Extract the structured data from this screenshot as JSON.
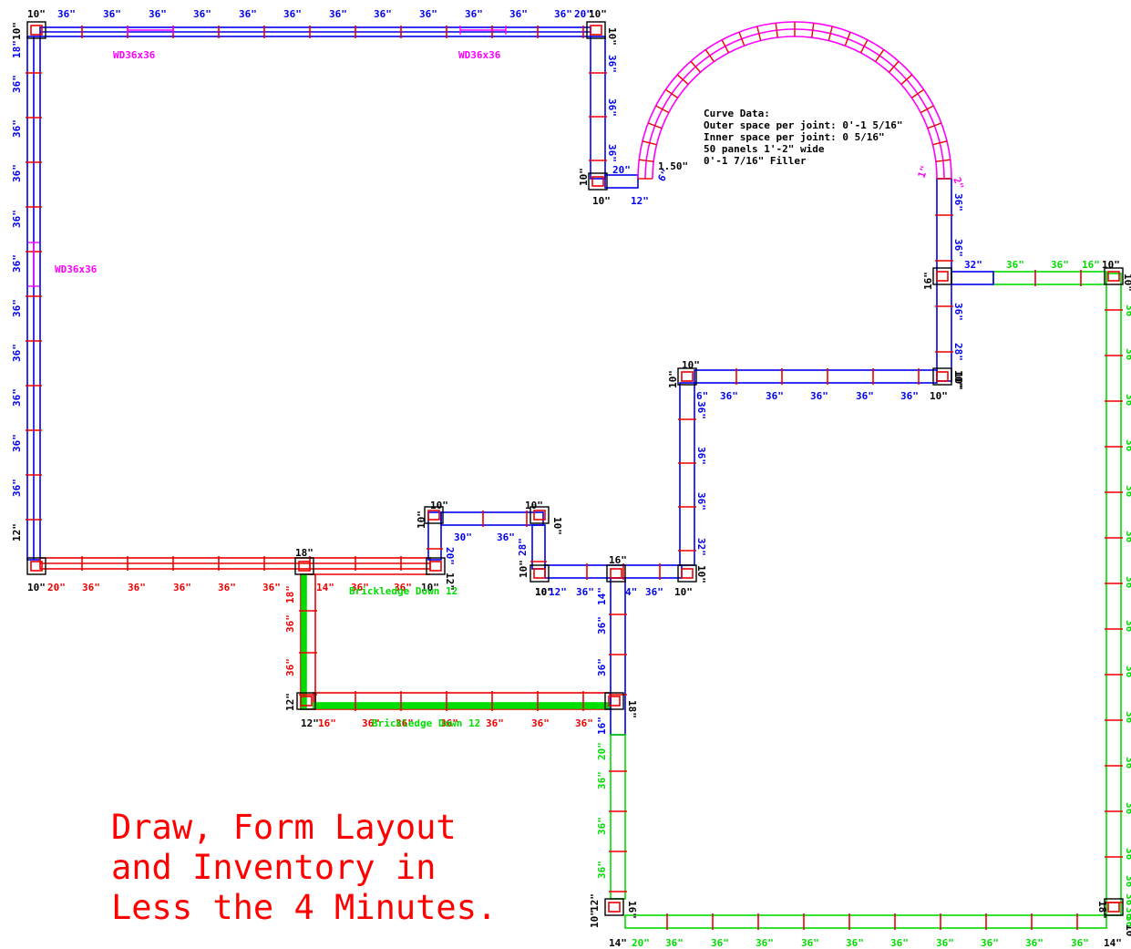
{
  "colors": {
    "wall_blue": "#0000ee",
    "wall_red": "#ee0000",
    "wall_green": "#00dd00",
    "arc_magenta": "#ff00ff",
    "corner_black": "#000000",
    "background": "#ffffff"
  },
  "window_labels": [
    "WD36x36",
    "WD36x36",
    "WD36x36"
  ],
  "bricklegde_labels": [
    "Brickledge Down 12",
    "Brickledge Down 12"
  ],
  "curve_data": {
    "title": "Curve Data:",
    "lines": [
      "Outer space per joint: 0'-1 5/16\"",
      "Inner space per joint: 0 5/16\"",
      "50 panels 1'-2\" wide",
      "0'-1 7/16\" Filler"
    ]
  },
  "misc_labels": {
    "offset_150": "1.50\""
  },
  "slogan": [
    "Draw, Form Layout",
    "and Inventory in",
    "Less the 4 Minutes."
  ],
  "dim_labels": [
    {
      "t": "10\"",
      "c": "blk",
      "r": 0
    },
    {
      "t": "36\"",
      "c": "blu",
      "r": 0
    },
    {
      "t": "36\"",
      "c": "blu",
      "r": 0
    },
    {
      "t": "36\"",
      "c": "blu",
      "r": 0
    },
    {
      "t": "36\"",
      "c": "blu",
      "r": 0
    },
    {
      "t": "36\"",
      "c": "blu",
      "r": 0
    },
    {
      "t": "36\"",
      "c": "blu",
      "r": 0
    },
    {
      "t": "36\"",
      "c": "blu",
      "r": 0
    },
    {
      "t": "36\"",
      "c": "blu",
      "r": 0
    },
    {
      "t": "36\"",
      "c": "blu",
      "r": 0
    },
    {
      "t": "36\"",
      "c": "blu",
      "r": 0
    },
    {
      "t": "36\"",
      "c": "blu",
      "r": 0
    },
    {
      "t": "36\"",
      "c": "blu",
      "r": 0
    },
    {
      "t": "20\"",
      "c": "blu",
      "r": 0
    },
    {
      "t": "10\"",
      "c": "blk",
      "r": 0
    },
    {
      "t": "10\"",
      "c": "blk",
      "r": -90
    },
    {
      "t": "18\"",
      "c": "blu",
      "r": -90
    },
    {
      "t": "36\"",
      "c": "blu",
      "r": -90
    },
    {
      "t": "36\"",
      "c": "blu",
      "r": -90
    },
    {
      "t": "36\"",
      "c": "blu",
      "r": -90
    },
    {
      "t": "36\"",
      "c": "blu",
      "r": -90
    },
    {
      "t": "36\"",
      "c": "blu",
      "r": -90
    },
    {
      "t": "36\"",
      "c": "blu",
      "r": -90
    },
    {
      "t": "36\"",
      "c": "blu",
      "r": -90
    },
    {
      "t": "36\"",
      "c": "blu",
      "r": -90
    },
    {
      "t": "36\"",
      "c": "blu",
      "r": -90
    },
    {
      "t": "36\"",
      "c": "blu",
      "r": -90
    },
    {
      "t": "12\"",
      "c": "blk",
      "r": -90
    },
    {
      "t": "10\"",
      "c": "blk",
      "r": 0
    },
    {
      "t": "20\"",
      "c": "red",
      "r": 0
    },
    {
      "t": "36\"",
      "c": "red",
      "r": 0
    },
    {
      "t": "36\"",
      "c": "red",
      "r": 0
    },
    {
      "t": "36\"",
      "c": "red",
      "r": 0
    },
    {
      "t": "36\"",
      "c": "red",
      "r": 0
    },
    {
      "t": "36\"",
      "c": "red",
      "r": 0
    },
    {
      "t": "18\"",
      "c": "blk",
      "r": 0
    },
    {
      "t": "14\"",
      "c": "red",
      "r": 0
    },
    {
      "t": "36\"",
      "c": "red",
      "r": 0
    },
    {
      "t": "36\"",
      "c": "red",
      "r": 0
    },
    {
      "t": "10\"",
      "c": "blk",
      "r": 0
    },
    {
      "t": "18\"",
      "c": "red",
      "r": -90
    },
    {
      "t": "36\"",
      "c": "red",
      "r": -90
    },
    {
      "t": "36\"",
      "c": "red",
      "r": -90
    },
    {
      "t": "12\"",
      "c": "blk",
      "r": -90
    },
    {
      "t": "12\"",
      "c": "blk",
      "r": 0
    },
    {
      "t": "16\"",
      "c": "red",
      "r": 0
    },
    {
      "t": "36\"",
      "c": "red",
      "r": 0
    },
    {
      "t": "36\"",
      "c": "red",
      "r": 0
    },
    {
      "t": "36\"",
      "c": "red",
      "r": 0
    },
    {
      "t": "36\"",
      "c": "red",
      "r": 0
    },
    {
      "t": "36\"",
      "c": "red",
      "r": 0
    },
    {
      "t": "36\"",
      "c": "red",
      "r": 0
    },
    {
      "t": "18\"",
      "c": "blk",
      "r": 90
    },
    {
      "t": "10\"",
      "c": "blk",
      "r": 0
    },
    {
      "t": "10\"",
      "c": "blk",
      "r": 0
    },
    {
      "t": "10\"",
      "c": "blk",
      "r": -90
    },
    {
      "t": "10\"",
      "c": "blk",
      "r": 90
    },
    {
      "t": "30\"",
      "c": "blu",
      "r": 0
    },
    {
      "t": "36\"",
      "c": "blu",
      "r": 0
    },
    {
      "t": "20\"",
      "c": "blu",
      "r": 90
    },
    {
      "t": "12\"",
      "c": "blk",
      "r": 90
    },
    {
      "t": "28\"",
      "c": "blu",
      "r": -90
    },
    {
      "t": "10\"",
      "c": "blk",
      "r": -90
    },
    {
      "t": "10\"",
      "c": "blk",
      "r": 0
    },
    {
      "t": "10\"",
      "c": "blk",
      "r": 0
    },
    {
      "t": "12\"",
      "c": "blu",
      "r": 0
    },
    {
      "t": "36\"",
      "c": "blu",
      "r": 0
    },
    {
      "t": "16\"",
      "c": "blk",
      "r": 0
    },
    {
      "t": "14\"",
      "c": "blu",
      "r": -90
    },
    {
      "t": "4\"",
      "c": "blu",
      "r": 0
    },
    {
      "t": "36\"",
      "c": "blu",
      "r": 0
    },
    {
      "t": "10\"",
      "c": "blk",
      "r": 0
    },
    {
      "t": "36\"",
      "c": "blu",
      "r": -90
    },
    {
      "t": "36\"",
      "c": "blu",
      "r": -90
    },
    {
      "t": "16\"",
      "c": "blu",
      "r": -90
    },
    {
      "t": "20\"",
      "c": "grn",
      "r": -90
    },
    {
      "t": "36\"",
      "c": "grn",
      "r": -90
    },
    {
      "t": "36\"",
      "c": "grn",
      "r": -90
    },
    {
      "t": "36\"",
      "c": "grn",
      "r": -90
    },
    {
      "t": "12\"",
      "c": "blk",
      "r": -90
    },
    {
      "t": "10\"",
      "c": "blk",
      "r": -90
    },
    {
      "t": "14\"",
      "c": "blk",
      "r": 0
    },
    {
      "t": "20\"",
      "c": "grn",
      "r": 0
    },
    {
      "t": "36\"",
      "c": "grn",
      "r": 0
    },
    {
      "t": "36\"",
      "c": "grn",
      "r": 0
    },
    {
      "t": "36\"",
      "c": "grn",
      "r": 0
    },
    {
      "t": "36\"",
      "c": "grn",
      "r": 0
    },
    {
      "t": "36\"",
      "c": "grn",
      "r": 0
    },
    {
      "t": "36\"",
      "c": "grn",
      "r": 0
    },
    {
      "t": "36\"",
      "c": "grn",
      "r": 0
    },
    {
      "t": "36\"",
      "c": "grn",
      "r": 0
    },
    {
      "t": "36\"",
      "c": "grn",
      "r": 0
    },
    {
      "t": "36\"",
      "c": "grn",
      "r": 0
    },
    {
      "t": "14\"",
      "c": "blk",
      "r": 0
    },
    {
      "t": "16\"",
      "c": "blk",
      "r": 90
    },
    {
      "t": "18\"",
      "c": "blk",
      "r": 90
    },
    {
      "t": "10\"",
      "c": "blk",
      "r": 90
    },
    {
      "t": "36\"",
      "c": "blu",
      "r": 90
    },
    {
      "t": "36\"",
      "c": "blu",
      "r": 90
    },
    {
      "t": "36\"",
      "c": "blu",
      "r": 90
    },
    {
      "t": "20\"",
      "c": "blu",
      "r": 0
    },
    {
      "t": "6\"",
      "c": "blu",
      "r": -60
    },
    {
      "t": "10\"",
      "c": "blk",
      "r": 0
    },
    {
      "t": "12\"",
      "c": "blu",
      "r": 0
    },
    {
      "t": "10\"",
      "c": "blk",
      "r": -90
    },
    {
      "t": "10\"",
      "c": "blk",
      "r": -90
    },
    {
      "t": "10\"",
      "c": "blk",
      "r": 0
    },
    {
      "t": "6\"",
      "c": "blu",
      "r": 0
    },
    {
      "t": "36\"",
      "c": "blu",
      "r": 0
    },
    {
      "t": "36\"",
      "c": "blu",
      "r": 0
    },
    {
      "t": "36\"",
      "c": "blu",
      "r": 0
    },
    {
      "t": "36\"",
      "c": "blu",
      "r": 0
    },
    {
      "t": "36\"",
      "c": "blu",
      "r": 0
    },
    {
      "t": "10\"",
      "c": "blk",
      "r": 0
    },
    {
      "t": "10\"",
      "c": "blk",
      "r": 90
    },
    {
      "t": "36\"",
      "c": "blu",
      "r": 90
    },
    {
      "t": "36\"",
      "c": "blu",
      "r": 90
    },
    {
      "t": "36\"",
      "c": "blu",
      "r": 90
    },
    {
      "t": "32\"",
      "c": "blu",
      "r": 90
    },
    {
      "t": "10\"",
      "c": "blk",
      "r": 90
    },
    {
      "t": "1\"",
      "c": "mag",
      "r": -70
    },
    {
      "t": "2\"",
      "c": "mag",
      "r": 70
    },
    {
      "t": "36\"",
      "c": "blu",
      "r": 90
    },
    {
      "t": "36\"",
      "c": "blu",
      "r": 90
    },
    {
      "t": "16\"",
      "c": "blk",
      "r": -90
    },
    {
      "t": "32\"",
      "c": "blu",
      "r": 0
    },
    {
      "t": "36\"",
      "c": "blu",
      "r": 90
    },
    {
      "t": "28\"",
      "c": "blu",
      "r": 90
    },
    {
      "t": "10\"",
      "c": "blk",
      "r": 90
    },
    {
      "t": "36\"",
      "c": "grn",
      "r": 0
    },
    {
      "t": "36\"",
      "c": "grn",
      "r": 0
    },
    {
      "t": "16\"",
      "c": "grn",
      "r": 0
    },
    {
      "t": "10\"",
      "c": "blk",
      "r": 0
    },
    {
      "t": "10\"",
      "c": "blk",
      "r": 90
    },
    {
      "t": "36\"",
      "c": "grn",
      "r": 90
    },
    {
      "t": "36\"",
      "c": "grn",
      "r": 90
    },
    {
      "t": "36\"",
      "c": "grn",
      "r": 90
    },
    {
      "t": "36\"",
      "c": "grn",
      "r": 90
    },
    {
      "t": "36\"",
      "c": "grn",
      "r": 90
    },
    {
      "t": "36\"",
      "c": "grn",
      "r": 90
    },
    {
      "t": "36\"",
      "c": "grn",
      "r": 90
    },
    {
      "t": "36\"",
      "c": "grn",
      "r": 90
    },
    {
      "t": "36\"",
      "c": "grn",
      "r": 90
    },
    {
      "t": "36\"",
      "c": "grn",
      "r": 90
    },
    {
      "t": "36\"",
      "c": "grn",
      "r": 90
    },
    {
      "t": "36\"",
      "c": "grn",
      "r": 90
    },
    {
      "t": "36\"",
      "c": "grn",
      "r": 90
    },
    {
      "t": "36\"",
      "c": "grn",
      "r": 90
    },
    {
      "t": "36\"",
      "c": "grn",
      "r": 90
    },
    {
      "t": "36\"",
      "c": "grn",
      "r": 90
    },
    {
      "t": "36\"",
      "c": "grn",
      "r": 90
    },
    {
      "t": "10\"",
      "c": "blk",
      "r": 90
    }
  ]
}
